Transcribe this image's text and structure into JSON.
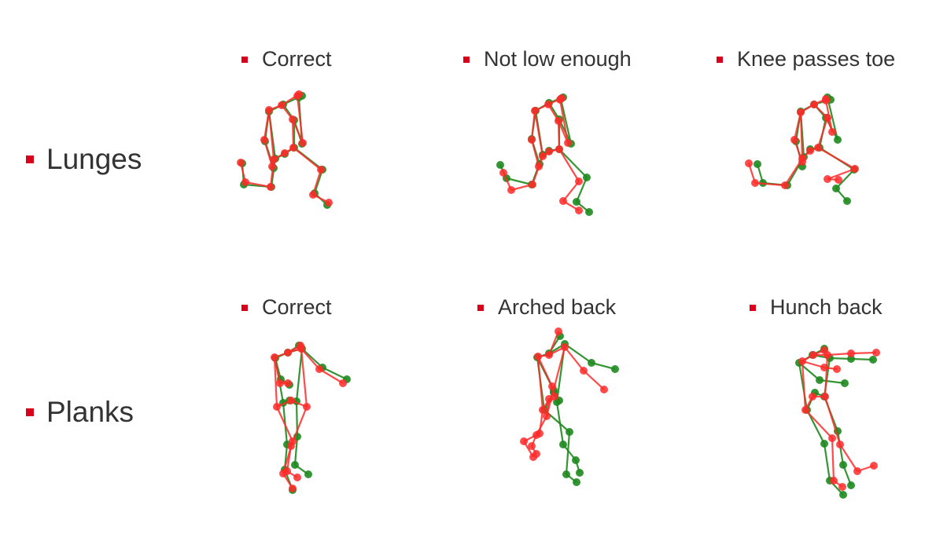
{
  "colors": {
    "correct": "#1e8a1e",
    "user": "#ff2a2a",
    "bullet": "#d9001b"
  },
  "rows": [
    {
      "label": "Lunges",
      "columns": [
        {
          "label": "Correct",
          "skeleton_icon": "lunge-correct-skeleton-icon"
        },
        {
          "label": "Not low enough",
          "skeleton_icon": "lunge-not-low-skeleton-icon"
        },
        {
          "label": "Knee passes toe",
          "skeleton_icon": "lunge-knee-toe-skeleton-icon"
        }
      ]
    },
    {
      "label": "Planks",
      "columns": [
        {
          "label": "Correct",
          "skeleton_icon": "plank-correct-skeleton-icon"
        },
        {
          "label": "Arched back",
          "skeleton_icon": "plank-arched-skeleton-icon"
        },
        {
          "label": "Hunch back",
          "skeleton_icon": "plank-hunch-skeleton-icon"
        }
      ]
    }
  ]
}
